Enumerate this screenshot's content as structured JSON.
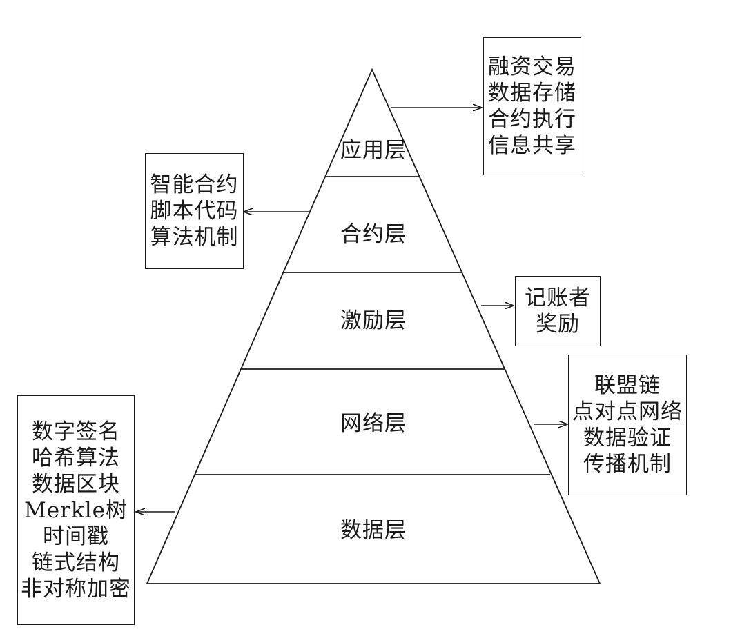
{
  "diagram": {
    "layers": [
      {
        "id": "app",
        "label": "应用层"
      },
      {
        "id": "contract",
        "label": "合约层"
      },
      {
        "id": "incentive",
        "label": "激励层"
      },
      {
        "id": "network",
        "label": "网络层"
      },
      {
        "id": "data",
        "label": "数据层"
      }
    ],
    "boxes": {
      "app": {
        "lines": [
          "融资交易",
          "数据存储",
          "合约执行",
          "信息共享"
        ]
      },
      "contract": {
        "lines": [
          "智能合约",
          "脚本代码",
          "算法机制"
        ]
      },
      "incentive": {
        "lines": [
          "记账者",
          "奖励"
        ]
      },
      "network": {
        "lines": [
          "联盟链",
          "点对点网络",
          "数据验证",
          "传播机制"
        ]
      },
      "data": {
        "lines": [
          "数字签名",
          "哈希算法",
          "数据区块",
          "Merkle树",
          "时间戳",
          "链式结构",
          "非对称加密"
        ]
      }
    },
    "colors": {
      "stroke": "#1a1a1a",
      "fill": "#ffffff"
    }
  }
}
